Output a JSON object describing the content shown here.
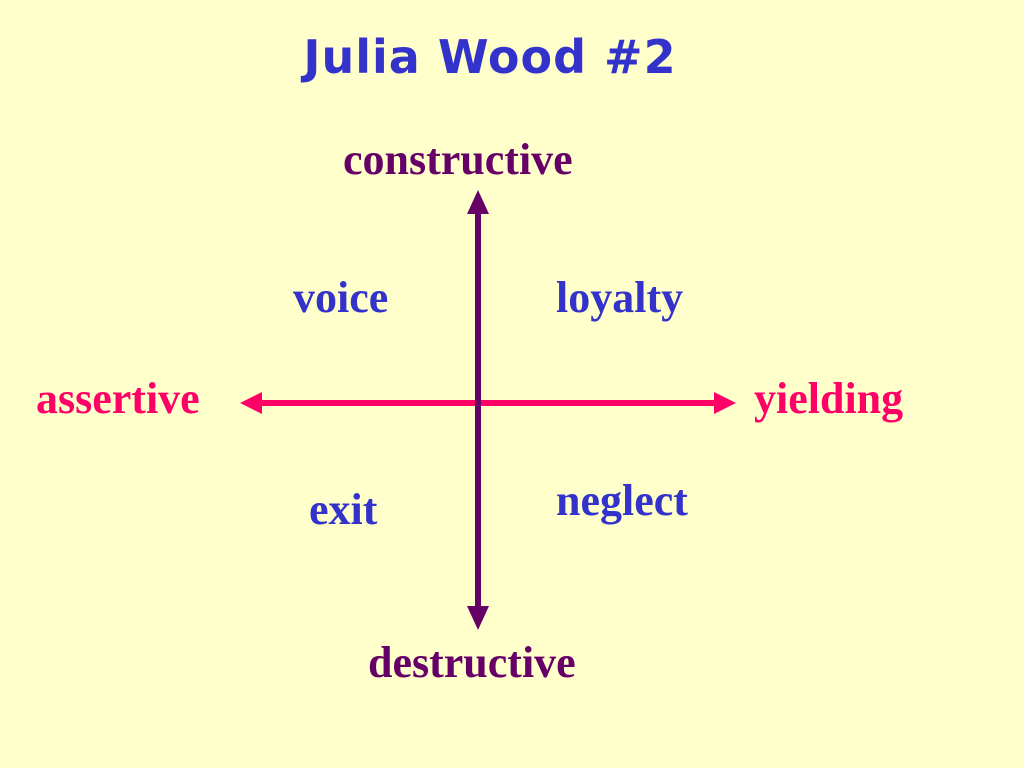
{
  "title": "Julia Wood #2",
  "axes": {
    "vertical": {
      "top_label": "constructive",
      "bottom_label": "destructive",
      "color": "#660066"
    },
    "horizontal": {
      "left_label": "assertive",
      "right_label": "yielding",
      "color": "#FF0066"
    }
  },
  "quadrants": {
    "top_left": "voice",
    "top_right": "loyalty",
    "bottom_left": "exit",
    "bottom_right": "neglect"
  },
  "colors": {
    "background": "#FFFFCC",
    "title": "#3333CC",
    "quadrant_text": "#3333CC"
  }
}
